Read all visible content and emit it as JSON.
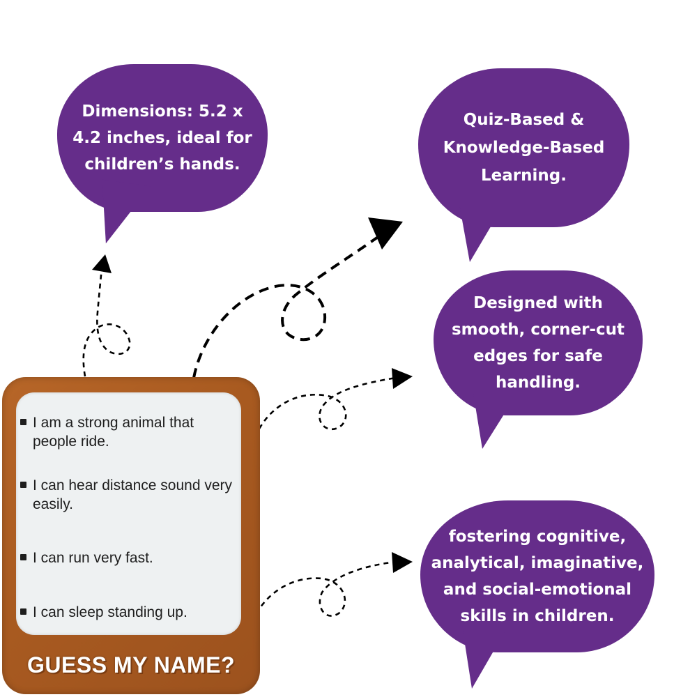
{
  "callouts": {
    "dimensions": "Dimensions: 5.2 x 4.2 inches, ideal for children’s hands.",
    "learning": "Quiz-Based & Knowledge-Based Learning.",
    "edges": "Designed with smooth, corner-cut edges for safe handling.",
    "skills": "fostering cognitive, analytical, imaginative, and social-emotional skills in children."
  },
  "card": {
    "clues": [
      "I am a strong animal that people ride.",
      "I can hear distance sound very easily.",
      "I can run very fast.",
      "I can sleep standing up."
    ],
    "title": "GUESS MY NAME?"
  },
  "colors": {
    "bubble": "#652d8a",
    "card_frame": "#a85a20",
    "card_panel": "#eef1f2"
  }
}
